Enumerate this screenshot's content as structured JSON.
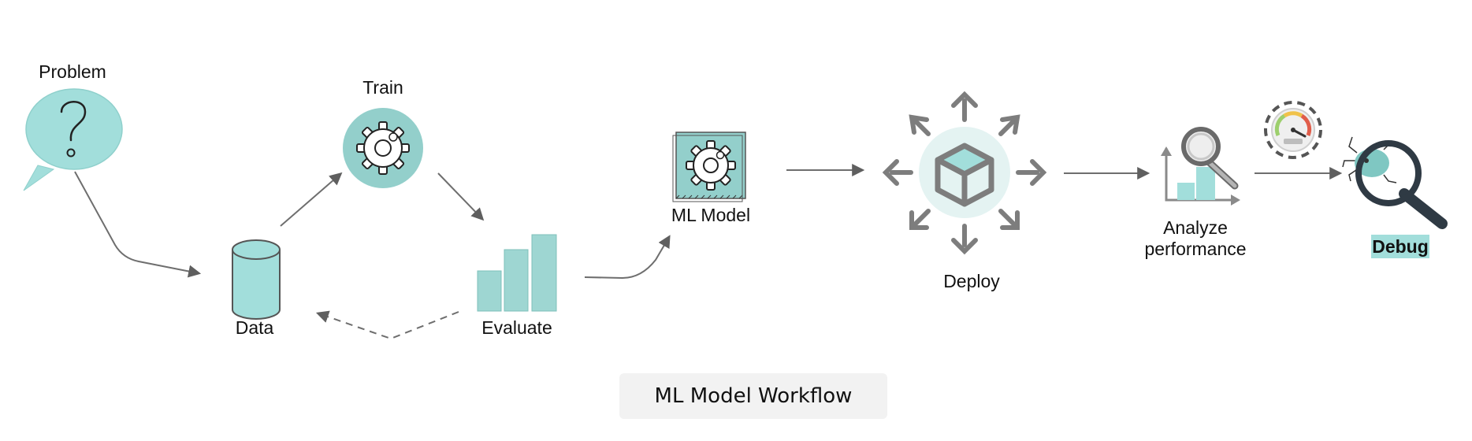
{
  "nodes": {
    "problem": "Problem",
    "train": "Train",
    "data": "Data",
    "evaluate": "Evaluate",
    "ml_model": "ML Model",
    "deploy": "Deploy",
    "analyze_line1": "Analyze",
    "analyze_line2": "performance",
    "debug": "Debug"
  },
  "caption": "ML Model Workflow",
  "colors": {
    "teal": "#a2dedb",
    "teal_dark": "#93cfcb",
    "arrow": "#6e6e6e",
    "icon_grey": "#7d7d7d",
    "caption_bg": "#f2f2f2"
  }
}
